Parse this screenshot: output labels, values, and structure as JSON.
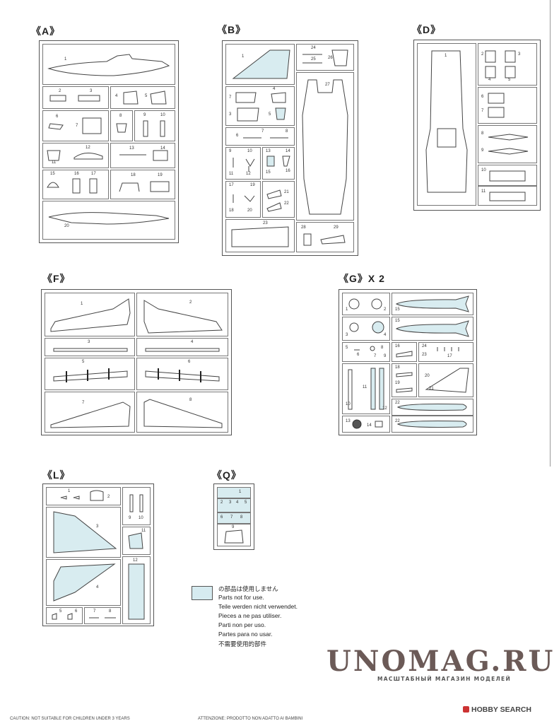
{
  "sections": {
    "A": {
      "label": "《A》",
      "parts": [
        "1",
        "2",
        "3",
        "4",
        "5",
        "6",
        "7",
        "8",
        "9",
        "10",
        "11",
        "12",
        "13",
        "14",
        "15",
        "16",
        "17",
        "18",
        "19",
        "20"
      ]
    },
    "B": {
      "label": "《B》",
      "parts": [
        "1",
        "2",
        "3",
        "4",
        "5",
        "6",
        "7",
        "8",
        "9",
        "10",
        "11",
        "12",
        "13",
        "14",
        "15",
        "16",
        "17",
        "18",
        "19",
        "20",
        "21",
        "22",
        "23",
        "24",
        "25",
        "26",
        "27",
        "28",
        "29"
      ]
    },
    "D": {
      "label": "《D》",
      "parts": [
        "1",
        "2",
        "3",
        "4",
        "5",
        "6",
        "7",
        "8",
        "9",
        "10",
        "11"
      ]
    },
    "F": {
      "label": "《F》",
      "parts": [
        "1",
        "2",
        "3",
        "4",
        "5",
        "6",
        "7",
        "8"
      ]
    },
    "G": {
      "label": "《G》X 2",
      "parts": [
        "1",
        "2",
        "3",
        "4",
        "5",
        "6",
        "7",
        "8",
        "9",
        "10",
        "11",
        "12",
        "13",
        "14",
        "15",
        "16",
        "17",
        "18",
        "19",
        "20",
        "21",
        "22",
        "23",
        "24"
      ]
    },
    "L": {
      "label": "《L》",
      "parts": [
        "1",
        "2",
        "3",
        "4",
        "5",
        "6",
        "7",
        "8",
        "9",
        "10",
        "11",
        "12"
      ]
    },
    "Q": {
      "label": "《Q》",
      "parts": [
        "1",
        "2",
        "3",
        "4",
        "5",
        "6",
        "7",
        "8",
        "9"
      ]
    }
  },
  "legend": {
    "color": "#d6ebf0",
    "lines": [
      "の部品は使用しません",
      "Parts not for use.",
      "Teile werden nicht verwendet.",
      "Pieces a ne pas utiliser.",
      "Parti non per uso.",
      "Partes para no usar.",
      "不需要使用的部件"
    ]
  },
  "watermark": {
    "main": "UNOMAG.RU",
    "sub": "МАСШТАБНЫЙ МАГАЗИН МОДЕЛЕЙ"
  },
  "source": {
    "label": "HOBBY SEARCH"
  },
  "footer": {
    "left": "CAUTION: NOT SUITABLE FOR CHILDREN UNDER 3 YEARS",
    "right": "ATTENZIONE: PRODOTTO NON ADATTO AI BAMBINI"
  },
  "colors": {
    "unused_parts": "#d6ebf0",
    "frame": "#555555"
  }
}
